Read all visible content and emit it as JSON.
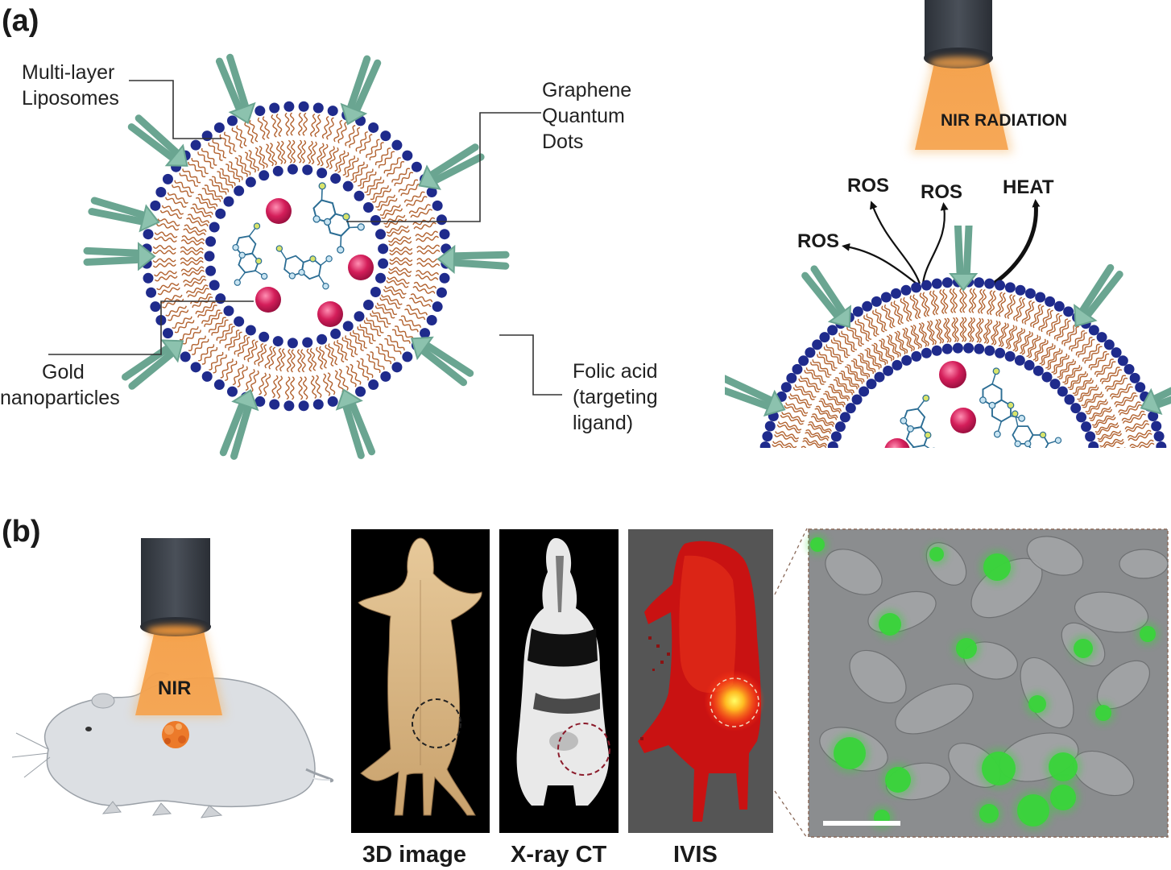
{
  "panel_a": {
    "letter": "(a)",
    "labels": {
      "liposomes": [
        "Multi-layer",
        "Liposomes"
      ],
      "gqd": [
        "Graphene",
        "Quantum",
        "Dots"
      ],
      "gold": [
        "Gold",
        "nanoparticles"
      ],
      "folic": [
        "Folic acid",
        "(targeting",
        "ligand)"
      ]
    },
    "nir_label": "NIR RADIATION",
    "ros_labels": [
      "ROS",
      "ROS",
      "ROS"
    ],
    "heat_label": "HEAT"
  },
  "panel_b": {
    "letter": "(b)",
    "nir_label": "NIR",
    "captions": [
      "3D image",
      "X-ray CT",
      "IVIS"
    ]
  },
  "colors": {
    "head": "#1f2b8c",
    "tail": "#b2622f",
    "gold": "#d41e5a",
    "ligand": "#6aa591",
    "beam": "#f0953c",
    "device": "#3b4048",
    "gqd_ring": "#2b6d94",
    "gqd_node": "#c8e4f2",
    "gqd_node_alt": "#d9e46a",
    "fluor": "#39d43a"
  },
  "icons": [
    "nir-lamp-icon",
    "mouse-icon",
    "tumor-icon",
    "liposome-icon",
    "scale-bar-icon"
  ]
}
